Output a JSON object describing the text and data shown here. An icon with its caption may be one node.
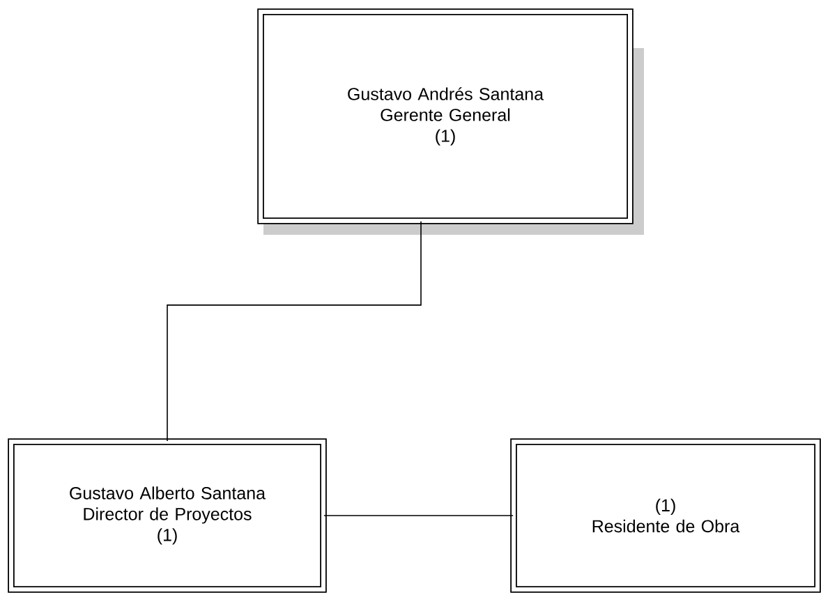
{
  "diagram": {
    "nodes": [
      {
        "text": [
          "Gustavo Andrés Santana",
          "Gerente General",
          "(1)"
        ]
      },
      {
        "text": [
          "Gustavo Alberto Santana",
          "Director de Proyectos",
          "(1)"
        ]
      },
      {
        "text": [
          "(1)",
          "Residente de Obra"
        ]
      }
    ],
    "edges": [
      {
        "from": 0,
        "to": 1,
        "arrow": "none"
      },
      {
        "from": 1,
        "to": 2,
        "arrow": "none"
      }
    ]
  }
}
